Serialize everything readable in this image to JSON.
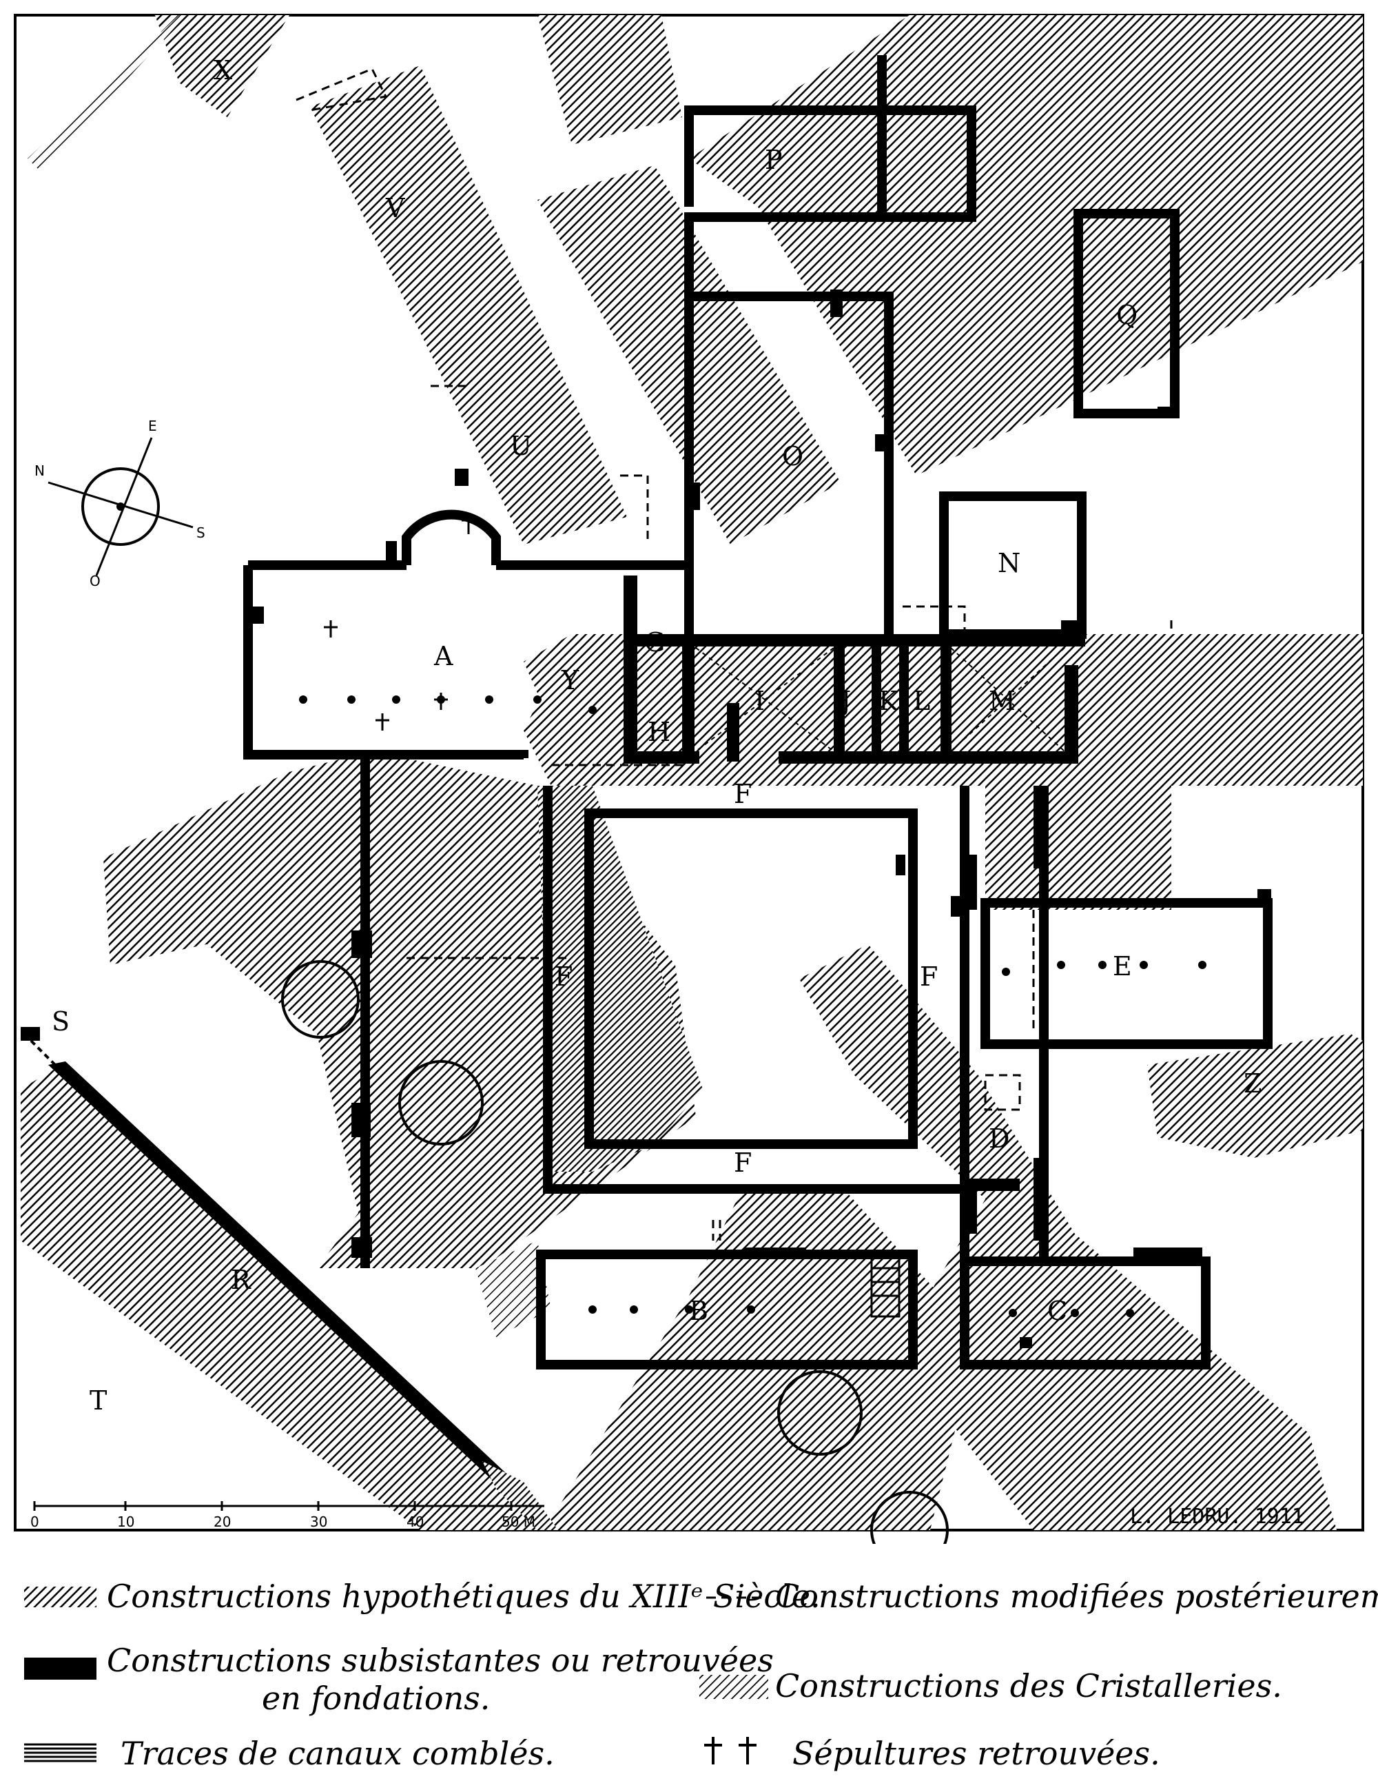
{
  "labels": {
    "A": "A",
    "B": "B",
    "C": "C",
    "D": "D",
    "E": "E",
    "F1": "F",
    "F2": "F",
    "F3": "F",
    "F4": "F",
    "G": "G",
    "H": "H",
    "I": "I",
    "J": "J",
    "K": "K",
    "L": "L",
    "M": "M",
    "N": "N",
    "O": "O",
    "P": "P",
    "Q": "Q",
    "R": "R",
    "S": "S",
    "T": "T",
    "U": "U",
    "V": "V",
    "X": "X",
    "Y": "Y",
    "Z": "Z"
  },
  "compass": {
    "n": "N",
    "e": "E",
    "s": "S",
    "o": "O"
  },
  "scale": {
    "ticks": [
      "0",
      "10",
      "20",
      "30",
      "40",
      "50 M"
    ]
  },
  "signature": "L. LEDRU. 1911",
  "legend": {
    "item1": "Constructions hypothétiques du XIIIᵉ Siècle.",
    "item2a": "Constructions subsistantes ou retrouvées",
    "item2b": "en fondations.",
    "item3": "Traces de canaux comblés.",
    "item4": "Constructions modifiées postérieurement",
    "item5": "Constructions des Cristalleries.",
    "item6": "Sépultures retrouvées."
  }
}
